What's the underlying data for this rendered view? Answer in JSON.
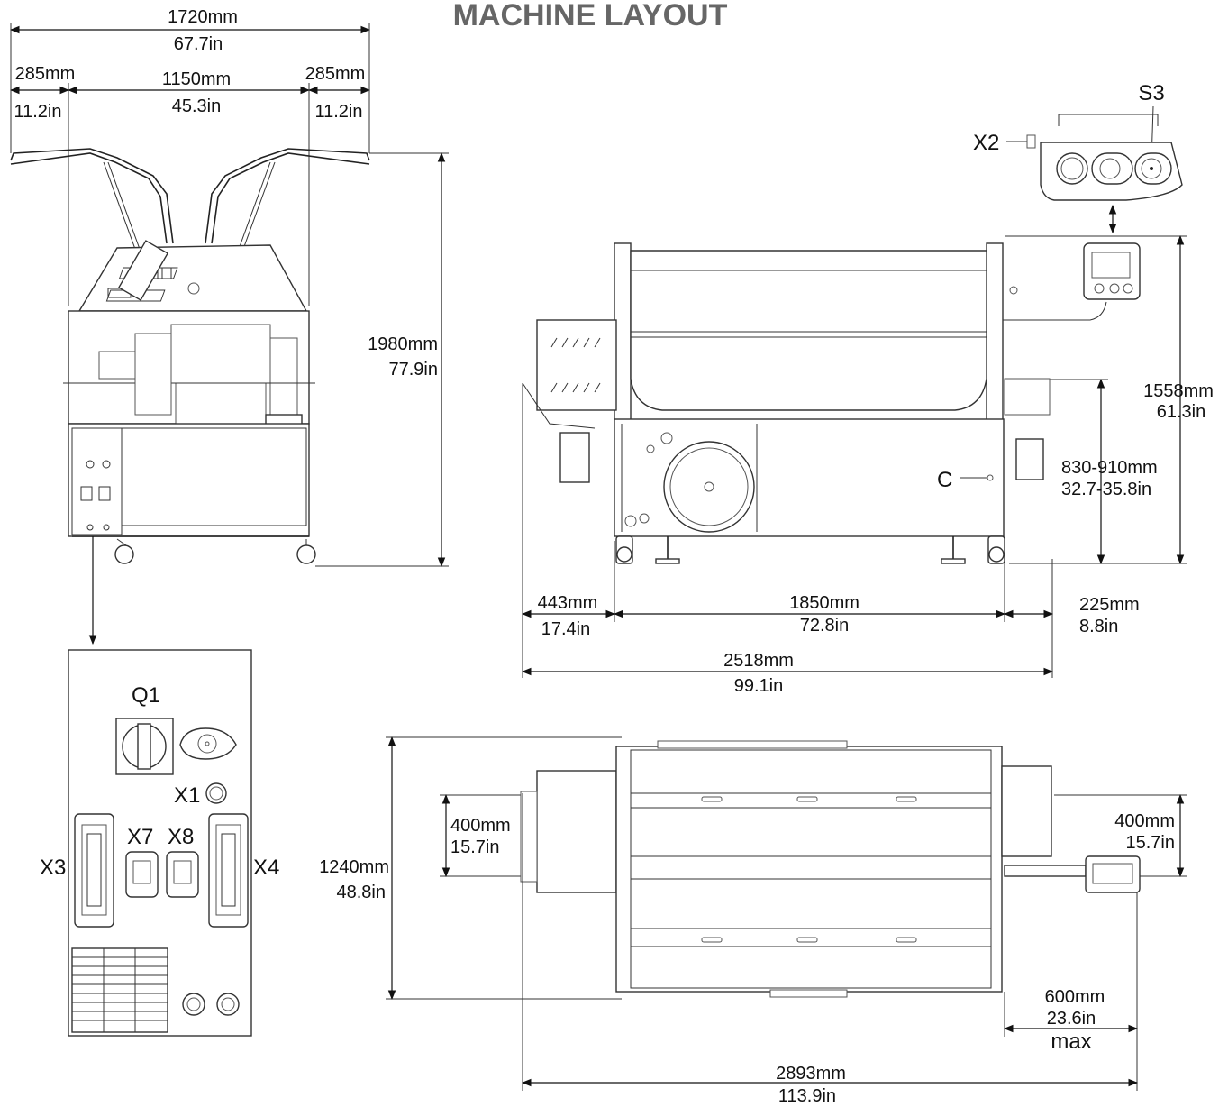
{
  "title": "MACHINE LAYOUT",
  "front_view": {
    "overall_width_mm": "1720mm",
    "overall_width_in": "67.7in",
    "side_left_mm": "285mm",
    "side_left_in": "11.2in",
    "center_mm": "1150mm",
    "center_in": "45.3in",
    "side_right_mm": "285mm",
    "side_right_in": "11.2in",
    "height_mm": "1980mm",
    "height_in": "77.9in"
  },
  "side_view": {
    "s3_label": "S3",
    "x2_label": "X2",
    "c_label": "C",
    "total_height_mm": "1558mm",
    "total_height_in": "61.3in",
    "work_height_mm": "830-910mm",
    "work_height_in": "32.7-35.8in",
    "left_mm": "443mm",
    "left_in": "17.4in",
    "middle_mm": "1850mm",
    "middle_in": "72.8in",
    "right_mm": "225mm",
    "right_in": "8.8in",
    "total_length_mm": "2518mm",
    "total_length_in": "99.1in"
  },
  "panel": {
    "q1": "Q1",
    "x1": "X1",
    "x3": "X3",
    "x7": "X7",
    "x8": "X8",
    "x4": "X4"
  },
  "top_view": {
    "width_mm": "1240mm",
    "width_in": "48.8in",
    "left_offset_mm": "400mm",
    "left_offset_in": "15.7in",
    "right_offset_mm": "400mm",
    "right_offset_in": "15.7in",
    "reach_mm": "600mm",
    "reach_in": "23.6in",
    "reach_note": "max",
    "total_mm": "2893mm",
    "total_in": "113.9in"
  }
}
